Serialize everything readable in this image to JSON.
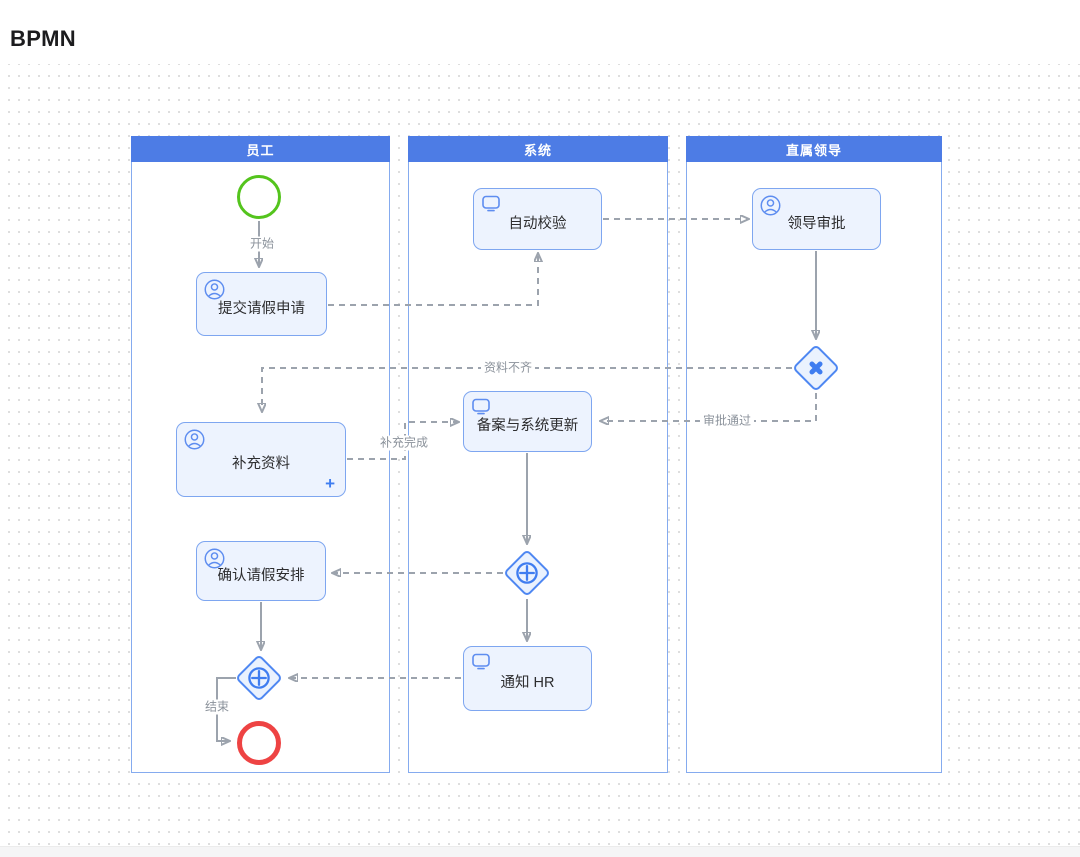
{
  "title": "BPMN",
  "colors": {
    "lane_header_blue": "#4d7ce5",
    "lane_border": "#85abef",
    "task_fill": "#edf3fe",
    "task_border": "#7ea6f0",
    "accent_blue": "#3f7df0",
    "start_event_green": "#54c41d",
    "end_event_red": "#ee4343",
    "connector_gray": "#9ca3ad",
    "edge_label_gray": "#8b929b"
  },
  "lanes": {
    "employee": {
      "label": "员工"
    },
    "system": {
      "label": "系统"
    },
    "leader": {
      "label": "直属领导"
    }
  },
  "tasks": {
    "submit": {
      "label": "提交请假申请",
      "icon": "user"
    },
    "auto_check": {
      "label": "自动校验",
      "icon": "monitor"
    },
    "leader_approve": {
      "label": "领导审批",
      "icon": "user"
    },
    "supplement": {
      "label": "补充资料",
      "icon": "user",
      "marker": "+"
    },
    "record_update": {
      "label": "备案与系统更新",
      "icon": "monitor"
    },
    "confirm": {
      "label": "确认请假安排",
      "icon": "user"
    },
    "notify_hr": {
      "label": "通知 HR",
      "icon": "monitor"
    }
  },
  "edge_labels": {
    "start": "开始",
    "end": "结束",
    "materials_incomplete": "资料不齐",
    "approved": "审批通过",
    "supplement_done": "补充完成"
  }
}
